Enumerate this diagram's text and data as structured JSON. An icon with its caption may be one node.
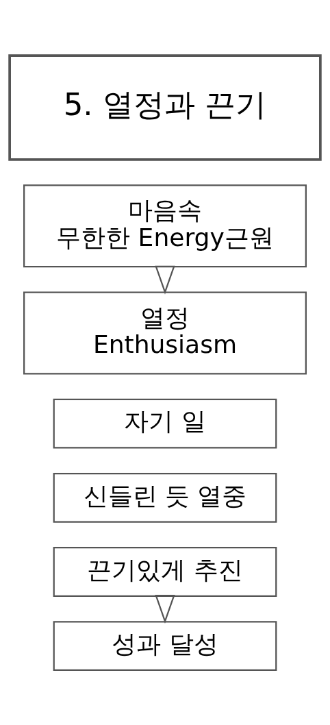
{
  "diagram": {
    "nodes": [
      {
        "text": [
          "5. 열정과 끈기"
        ]
      },
      {
        "text": [
          "마음속 무한한 Energy근원"
        ]
      },
      {
        "text": [
          "열정 Enthusiasm"
        ]
      },
      {
        "text": [
          "자기 일"
        ]
      },
      {
        "text": [
          "신들린 듯 열중"
        ]
      },
      {
        "text": [
          "끈기있게 추진"
        ]
      },
      {
        "text": [
          "성과 달성"
        ]
      }
    ],
    "edges": [
      {
        "from": 1,
        "to": 2,
        "arrow": "to"
      },
      {
        "from": 5,
        "to": 6,
        "arrow": "to"
      }
    ]
  }
}
